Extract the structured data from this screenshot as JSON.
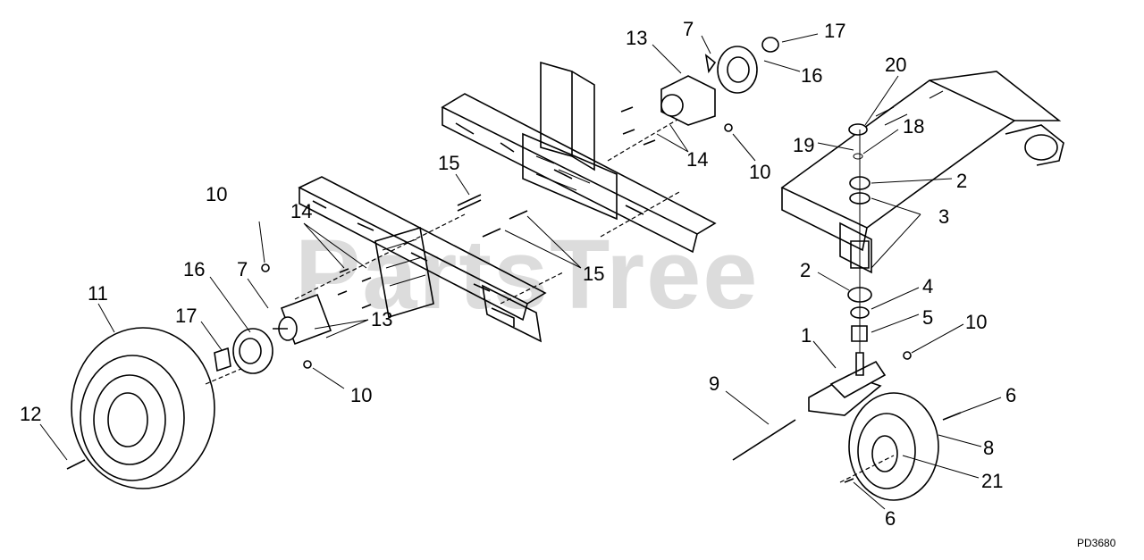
{
  "watermark": "PartsTree",
  "drawing_code": "PD3680",
  "callouts": [
    {
      "id": "c13a",
      "text": "13"
    },
    {
      "id": "c7a",
      "text": "7"
    },
    {
      "id": "c17a",
      "text": "17"
    },
    {
      "id": "c16a",
      "text": "16"
    },
    {
      "id": "c20",
      "text": "20"
    },
    {
      "id": "c18",
      "text": "18"
    },
    {
      "id": "c19",
      "text": "19"
    },
    {
      "id": "c14a",
      "text": "14"
    },
    {
      "id": "c10a",
      "text": "10"
    },
    {
      "id": "c15a",
      "text": "15"
    },
    {
      "id": "c2a",
      "text": "2"
    },
    {
      "id": "c3",
      "text": "3"
    },
    {
      "id": "c10b",
      "text": "10"
    },
    {
      "id": "c14b",
      "text": "14"
    },
    {
      "id": "c15b",
      "text": "15"
    },
    {
      "id": "c16b",
      "text": "16"
    },
    {
      "id": "c7b",
      "text": "7"
    },
    {
      "id": "c11",
      "text": "11"
    },
    {
      "id": "c13b",
      "text": "13"
    },
    {
      "id": "c17b",
      "text": "17"
    },
    {
      "id": "c2b",
      "text": "2"
    },
    {
      "id": "c4",
      "text": "4"
    },
    {
      "id": "c5",
      "text": "5"
    },
    {
      "id": "c1",
      "text": "1"
    },
    {
      "id": "c10c",
      "text": "10"
    },
    {
      "id": "c10d",
      "text": "10"
    },
    {
      "id": "c9",
      "text": "9"
    },
    {
      "id": "c6a",
      "text": "6"
    },
    {
      "id": "c12",
      "text": "12"
    },
    {
      "id": "c8",
      "text": "8"
    },
    {
      "id": "c21",
      "text": "21"
    },
    {
      "id": "c6b",
      "text": "6"
    }
  ]
}
